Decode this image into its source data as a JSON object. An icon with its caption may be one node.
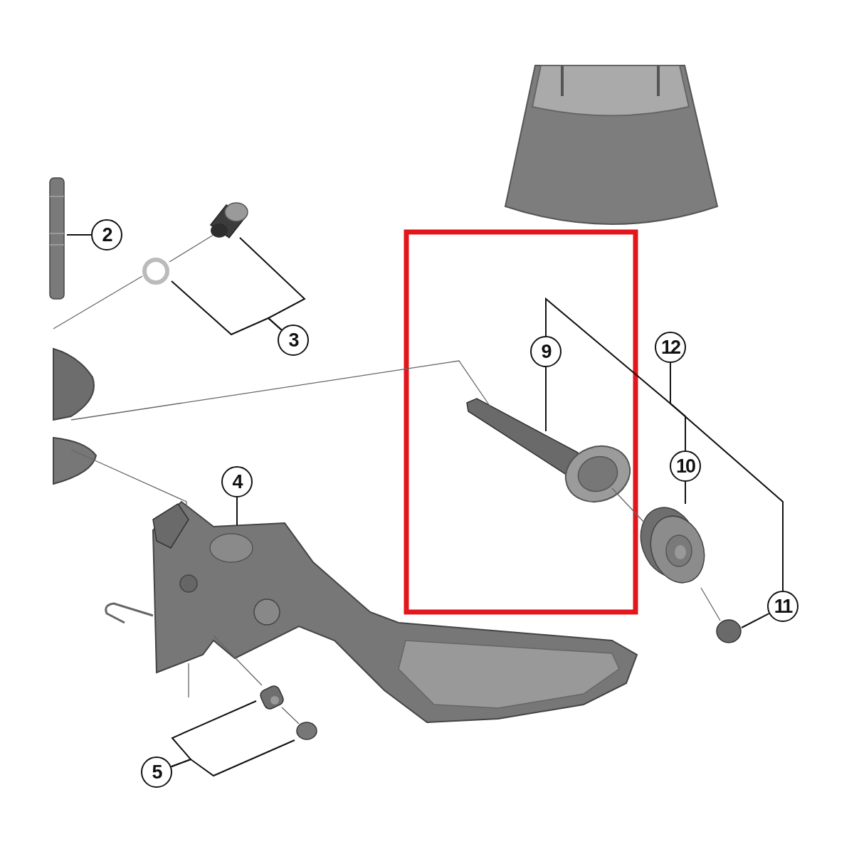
{
  "diagram": {
    "nodes": [
      {
        "text": [
          "2"
        ]
      },
      {
        "text": [],
        "shape": "picture"
      },
      {
        "text": [
          "3"
        ]
      },
      {
        "text": [],
        "shape": "picture"
      },
      {
        "text": [],
        "shape": "circle"
      },
      {
        "text": [
          "4"
        ]
      },
      {
        "text": [],
        "shape": "picture"
      },
      {
        "text": [
          "5"
        ]
      },
      {
        "text": [],
        "shape": "picture"
      },
      {
        "text": [],
        "shape": "circle"
      },
      {
        "text": [
          "9"
        ]
      },
      {
        "text": [],
        "shape": "picture"
      },
      {
        "text": [
          "12"
        ]
      },
      {
        "text": [
          "10"
        ]
      },
      {
        "text": [],
        "shape": "picture"
      },
      {
        "text": [
          "11"
        ]
      },
      {
        "text": [],
        "shape": "circle"
      },
      {
        "text": [],
        "shape": "picture"
      }
    ],
    "edges": [
      {
        "from": 0,
        "to": 1,
        "arrow": "none"
      },
      {
        "from": 2,
        "to": 3,
        "arrow": "none"
      },
      {
        "from": 2,
        "to": 4,
        "arrow": "none"
      },
      {
        "from": 5,
        "to": 6,
        "arrow": "none"
      },
      {
        "from": 7,
        "to": 8,
        "arrow": "none"
      },
      {
        "from": 7,
        "to": 9,
        "arrow": "none"
      },
      {
        "from": 10,
        "to": 11,
        "arrow": "none"
      },
      {
        "from": 12,
        "to": 10,
        "arrow": "none"
      },
      {
        "from": 12,
        "to": 13,
        "arrow": "none"
      },
      {
        "from": 12,
        "to": 15,
        "arrow": "none"
      },
      {
        "from": 13,
        "to": 14,
        "arrow": "none"
      },
      {
        "from": 15,
        "to": 16,
        "arrow": "none"
      },
      {
        "from": null,
        "to": 4,
        "arrow": "none",
        "color": "#666666"
      },
      {
        "from": 4,
        "to": 3,
        "arrow": "none",
        "color": "#666666"
      },
      {
        "from": 17,
        "to": 11,
        "arrow": "none",
        "color": "#666666"
      },
      {
        "from": 11,
        "to": 14,
        "arrow": "none",
        "color": "#666666"
      },
      {
        "from": 17,
        "to": 6,
        "arrow": "none",
        "color": "#666666"
      },
      {
        "from": 6,
        "to": null,
        "arrow": "none",
        "color": "#666666"
      },
      {
        "from": 6,
        "to": 8,
        "arrow": "none",
        "color": "#666666"
      },
      {
        "from": 8,
        "to": 9,
        "arrow": "none",
        "color": "#666666"
      },
      {
        "from": 14,
        "to": 16,
        "arrow": "none",
        "color": "#666666"
      }
    ]
  }
}
